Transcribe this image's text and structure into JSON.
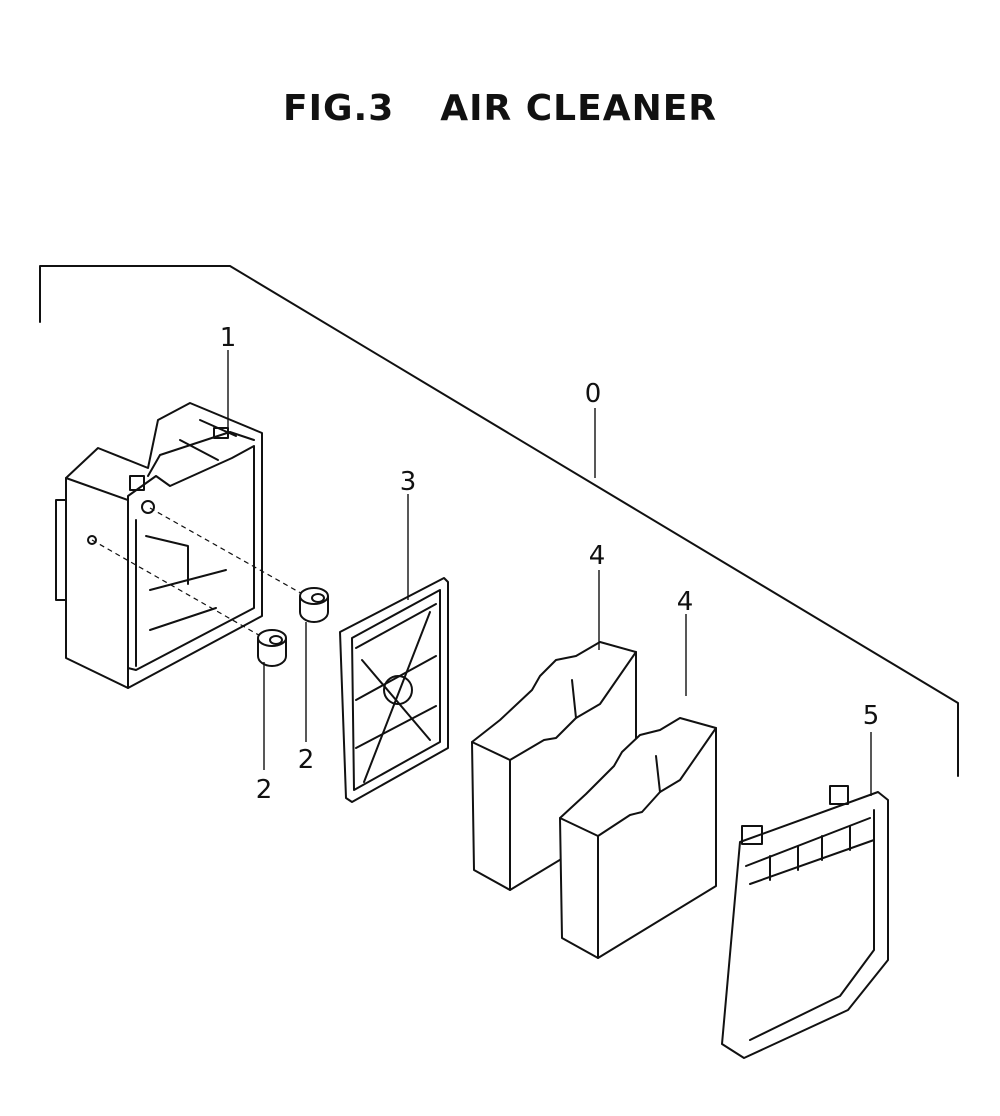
{
  "title": {
    "fig": "FIG.3",
    "name": "AIR CLEANER"
  },
  "callouts": [
    {
      "id": "assembly",
      "label": "0"
    },
    {
      "id": "case",
      "label": "1"
    },
    {
      "id": "collar-a",
      "label": "2"
    },
    {
      "id": "collar-b",
      "label": "2"
    },
    {
      "id": "plate",
      "label": "3"
    },
    {
      "id": "element-a",
      "label": "4"
    },
    {
      "id": "element-b",
      "label": "4"
    },
    {
      "id": "cover",
      "label": "5"
    }
  ]
}
